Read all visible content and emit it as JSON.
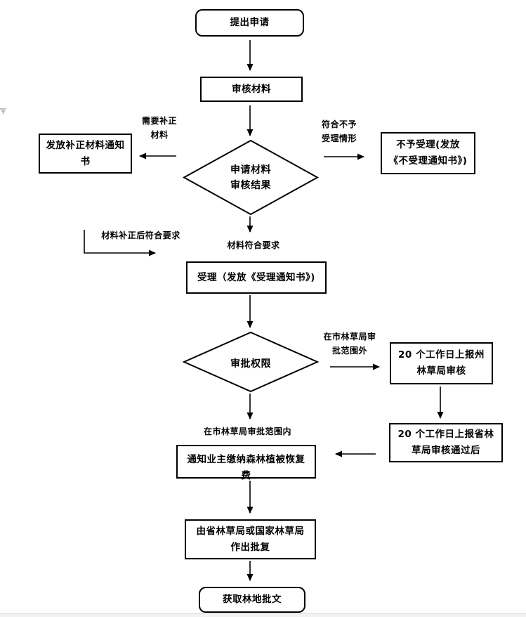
{
  "nodes": {
    "start": "提出申请",
    "review": "审核材料",
    "decision_materials_line1": "申请材料",
    "decision_materials_line2": "审核结果",
    "supplement_notice": "发放补正材料通知书",
    "reject": "不予受理(发放《不受理通知书》)",
    "accept": "受理（发放《受理通知书》)",
    "decision_authority": "审批权限",
    "state_review": "20 个工作日上报州林草局审核",
    "province_review": "20 个工作日上报省林草局审核通过后",
    "notify_fee": "通知业主缴纳森林植被恢复费",
    "final_approval": "由省林草局或国家林草局作出批复",
    "end": "获取林地批文"
  },
  "edge_labels": {
    "need_supplement_line1": "需要补正",
    "need_supplement_line2": "材料",
    "reject_condition_line1": "符合不予",
    "reject_condition_line2": "受理情形",
    "materials_ok": "材料符合要求",
    "supplemented_ok": "材料补正后符合要求",
    "outside_scope_line1": "在市林草局审",
    "outside_scope_line2": "批范围外",
    "inside_scope": "在市林草局审批范围内"
  },
  "colors": {
    "line": "#000000",
    "background": "#ffffff",
    "bottom_band": "#f1f2f4"
  }
}
